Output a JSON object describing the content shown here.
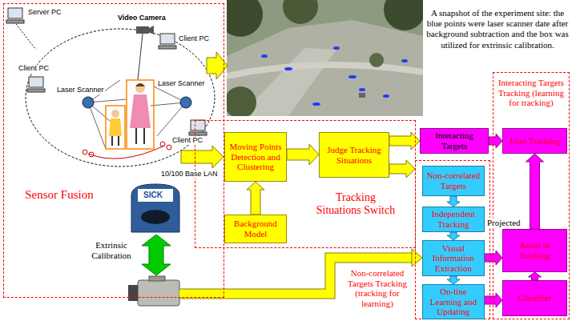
{
  "diagram": {
    "nodes": [
      {
        "text": [
          "Sensor Fusion"
        ]
      },
      {
        "text": [
          "Tracking Situations Switch"
        ]
      },
      {
        "text": [
          "Moving Points Detection and Clustering"
        ],
        "in": 1
      },
      {
        "text": [
          "Judge Tracking Situations"
        ],
        "in": 1
      },
      {
        "text": [
          "Background Model"
        ],
        "in": 1
      },
      {
        "text": [
          "Interacting Targets"
        ]
      },
      {
        "text": [
          "Interacting Targets Tracking (learning for tracking)"
        ]
      },
      {
        "text": [
          "Joint Tracking"
        ],
        "in": 6
      },
      {
        "text": [
          "Assist in Tracking"
        ],
        "in": 6
      },
      {
        "text": [
          "Classifier"
        ],
        "in": 6
      },
      {
        "text": [
          "Non-correlated Targets Tracking (tracking for learning)"
        ]
      },
      {
        "text": [
          "Non-correlated Targets"
        ],
        "in": 10
      },
      {
        "text": [
          "Independent Tracking"
        ],
        "in": 10
      },
      {
        "text": [
          "Visual Information Extraction"
        ],
        "in": 10
      },
      {
        "text": [
          "On-line Learning and Updating"
        ],
        "in": 10
      }
    ],
    "edges": [
      {
        "from": 4,
        "to": 2,
        "arrow": "to"
      },
      {
        "from": 2,
        "to": 3,
        "arrow": "to"
      },
      {
        "from": 3,
        "to": 5,
        "arrow": "to"
      },
      {
        "from": 3,
        "to": 10,
        "arrow": "to"
      },
      {
        "from": 5,
        "to": 7,
        "arrow": "to"
      },
      {
        "from": 11,
        "to": 12,
        "arrow": "to"
      },
      {
        "from": 12,
        "to": 13,
        "arrow": "to"
      },
      {
        "from": 13,
        "to": 14,
        "arrow": "to"
      },
      {
        "from": 13,
        "to": 8,
        "label": "Projected",
        "arrow": "to"
      },
      {
        "from": 14,
        "to": 9,
        "arrow": "to"
      },
      {
        "from": 9,
        "to": 8,
        "arrow": "to"
      },
      {
        "from": 8,
        "to": 7,
        "arrow": "to"
      }
    ],
    "labels": [
      "Server PC",
      "Video Camera",
      "Client PC",
      "Client PC",
      "Laser Scanner",
      "Laser Scanner",
      "Client PC",
      "10/100 Base LAN",
      "A snapshot of the experiment site: the blue points were laser scanner date after background subtraction and the box was utilized for extrinsic calibration.",
      "SICK",
      "Extrinsic Calibration"
    ]
  }
}
